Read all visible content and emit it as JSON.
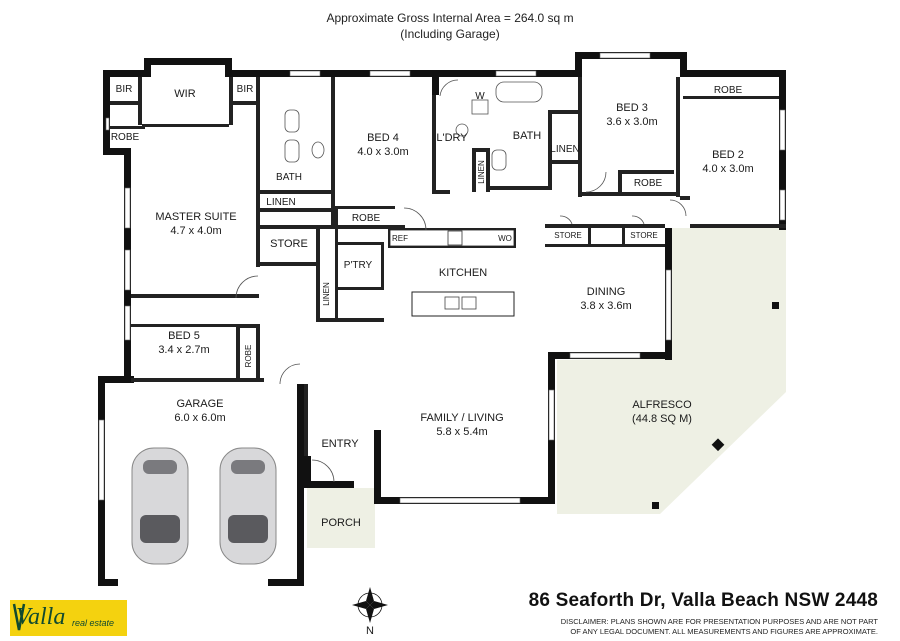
{
  "header": {
    "line1": "Approximate Gross Internal Area = 264.0 sq m",
    "line2": "(Including Garage)"
  },
  "rooms": {
    "bir_left": "BIR",
    "wir": "WIR",
    "bir_right": "BIR",
    "robe_master": "ROBE",
    "bath_ensuite": "BATH",
    "linen_ensuite": "LINEN",
    "master_name": "MASTER SUITE",
    "master_dims": "4.7 x 4.0m",
    "bed4_name": "BED 4",
    "bed4_dims": "4.0 x 3.0m",
    "robe_bed4": "ROBE",
    "laundry": "L'DRY",
    "w": "W",
    "bath_main": "BATH",
    "linen_laundry": "LINEN",
    "linen_bed3": "LINEN",
    "bed3_name": "BED 3",
    "bed3_dims": "3.6 x 3.0m",
    "robe_bed3": "ROBE",
    "robe_bed2": "ROBE",
    "bed2_name": "BED 2",
    "bed2_dims": "4.0 x 3.0m",
    "store_center": "STORE",
    "store_right1": "STORE",
    "store_right2": "STORE",
    "ref": "REF",
    "wo": "WO",
    "pantry": "P'TRY",
    "linen_hall": "LINEN",
    "kitchen": "KITCHEN",
    "dining_name": "DINING",
    "dining_dims": "3.8 x 3.6m",
    "bed5_name": "BED 5",
    "bed5_dims": "3.4 x 2.7m",
    "robe_bed5": "ROBE",
    "garage_name": "GARAGE",
    "garage_dims": "6.0 x 6.0m",
    "alfresco_name": "ALFRESCO",
    "alfresco_dims": "(44.8 SQ M)",
    "family_name": "FAMILY / LIVING",
    "family_dims": "5.8 x 5.4m",
    "entry": "ENTRY",
    "porch": "PORCH"
  },
  "compass": {
    "label": "N"
  },
  "footer": {
    "address": "86 Seaforth Dr, Valla Beach NSW 2448",
    "disclaimer1": "DISCLAIMER: PLANS SHOWN ARE FOR PRESENTATION PURPOSES AND ARE NOT PART",
    "disclaimer2": "OF ANY LEGAL DOCUMENT. ALL MEASUREMENTS AND FIGURES ARE APPROXIMATE."
  },
  "logo": {
    "name": "Valla",
    "tagline": "real estate"
  },
  "colors": {
    "wall": "#111111",
    "alfresco_fill": "#eef0e4",
    "porch_fill": "#eef0e4",
    "car_body": "#d8d8da",
    "logo_bg": "#f4d20f",
    "logo_text": "#114a2f"
  }
}
